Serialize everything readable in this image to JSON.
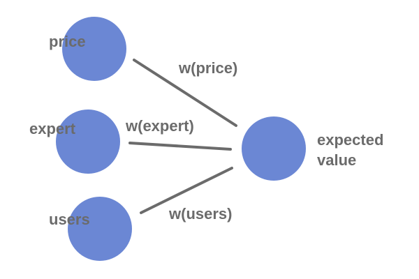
{
  "colors": {
    "node": "#6b87d4",
    "edge": "#6b6b6b",
    "text": "#6b6b6b"
  },
  "nodes": [
    {
      "id": "price",
      "label": "price"
    },
    {
      "id": "expert",
      "label": "expert"
    },
    {
      "id": "users",
      "label": "users"
    },
    {
      "id": "expected_value",
      "label_lines": [
        "expected",
        "value"
      ]
    }
  ],
  "edges": [
    {
      "from": "price",
      "to": "expected_value",
      "label": "w(price)"
    },
    {
      "from": "expert",
      "to": "expected_value",
      "label": "w(expert)"
    },
    {
      "from": "users",
      "to": "expected_value",
      "label": "w(users)"
    }
  ]
}
